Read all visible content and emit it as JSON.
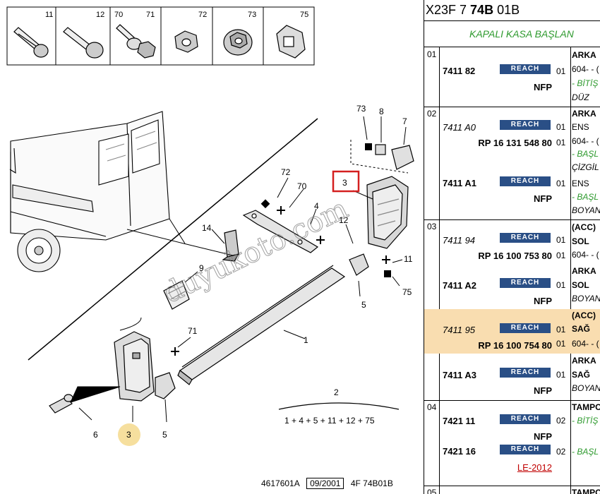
{
  "diagram": {
    "callouts": {
      "c1": "1",
      "c2": "2",
      "c3a": "3",
      "c3b": "3",
      "c4": "4",
      "c5a": "5",
      "c5b": "5",
      "c6": "6",
      "c7": "7",
      "c8": "8",
      "c9": "9",
      "c11": "11",
      "c12": "12",
      "c14": "14",
      "c70": "70",
      "c71": "71",
      "c72": "72",
      "c73": "73",
      "c75": "75"
    },
    "icon_labels": [
      "11",
      "12",
      "70",
      "71",
      "72",
      "73",
      "75"
    ],
    "formula": "1 + 4 + 5 + 11 + 12 + 75",
    "watermark": "duyukoto.com",
    "footer": {
      "ref": "4617601A",
      "date": "09/2001",
      "code": "4F 74B01B"
    }
  },
  "panel": {
    "header": {
      "prefix": "X23F 7 ",
      "bold": "74B",
      "suffix": " 01B"
    },
    "subtitle": "KAPALI KASA BAŞLAN",
    "reach_label": "REACH",
    "groups": [
      {
        "num": "01",
        "rows": [
          {
            "part": "7411 82",
            "italic": false,
            "qty": "01",
            "code": "NFP",
            "desc": [
              "ARKA",
              "604- - (",
              "- BİTİŞ",
              "DÜZ"
            ]
          }
        ]
      },
      {
        "num": "02",
        "rows": [
          {
            "part": "7411 A0",
            "italic": true,
            "qty": "01",
            "qty2": "01",
            "code": "RP 16 131 548 80",
            "desc": [
              "ARKA",
              "ENS",
              "604- - (",
              "- BAŞL",
              "ÇİZGİL"
            ]
          },
          {
            "part": "7411 A1",
            "italic": false,
            "qty": "01",
            "code": "NFP",
            "desc": [
              "ENS",
              "- BAŞL",
              "BOYAN"
            ]
          }
        ]
      },
      {
        "num": "03",
        "rows": [
          {
            "part": "7411 94",
            "italic": true,
            "qty": "01",
            "qty2": "01",
            "code": "RP 16 100 753 80",
            "desc": [
              "(ACC)",
              "SOL",
              "604- - ("
            ]
          },
          {
            "part": "7411 A2",
            "italic": false,
            "qty": "01",
            "code": "NFP",
            "desc": [
              "ARKA",
              "SOL",
              "BOYAN"
            ]
          },
          {
            "part": "7411 95",
            "italic": true,
            "qty": "01",
            "qty2": "01",
            "code": "RP 16 100 754 80",
            "desc": [
              "(ACC)",
              "SAĞ",
              "604- - ("
            ]
          },
          {
            "part": "7411 A3",
            "italic": false,
            "qty": "01",
            "code": "NFP",
            "desc": [
              "ARKA",
              "SAĞ",
              "BOYAN"
            ]
          }
        ]
      },
      {
        "num": "04",
        "rows": [
          {
            "part": "7421 11",
            "italic": false,
            "qty": "02",
            "code": "NFP",
            "desc": [
              "TAMPO",
              "- BİTİŞ"
            ]
          },
          {
            "part": "7421 16",
            "italic": false,
            "qty": "02",
            "code": "LE-2012",
            "desc": [
              "- BAŞL"
            ]
          }
        ]
      },
      {
        "num": "05",
        "rows": [
          {
            "desc": [
              "TAMPO"
            ]
          }
        ]
      }
    ]
  }
}
